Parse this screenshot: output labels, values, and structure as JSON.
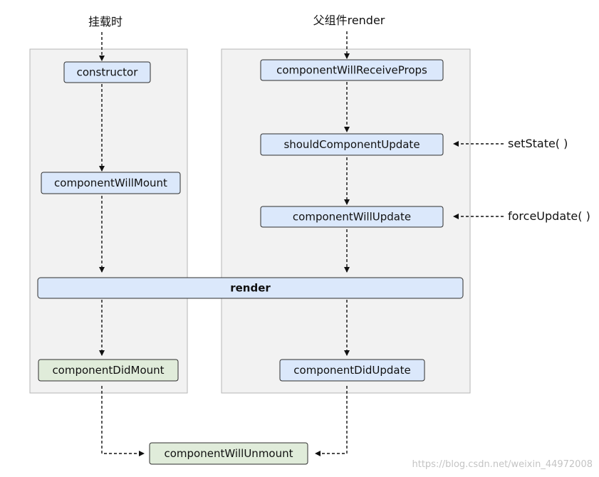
{
  "diagram": {
    "labels": {
      "mount": "挂载时",
      "parent_render": "父组件render",
      "set_state": "setState( )",
      "force_update": "forceUpdate( )"
    },
    "nodes": {
      "constructor": "constructor",
      "component_will_mount": "componentWillMount",
      "render": "render",
      "component_did_mount": "componentDidMount",
      "component_will_receive_props": "componentWillReceiveProps",
      "should_component_update": "shouldComponentUpdate",
      "component_will_update": "componentWillUpdate",
      "component_did_update": "componentDidUpdate",
      "component_will_unmount": "componentWillUnmount"
    },
    "colors": {
      "lifecycle_node": "#dbe8fb",
      "mount_unmount_node": "#e0ecda",
      "panel": "#f2f2f2",
      "edge": "#111111"
    }
  },
  "watermark": "https://blog.csdn.net/weixin_44972008"
}
